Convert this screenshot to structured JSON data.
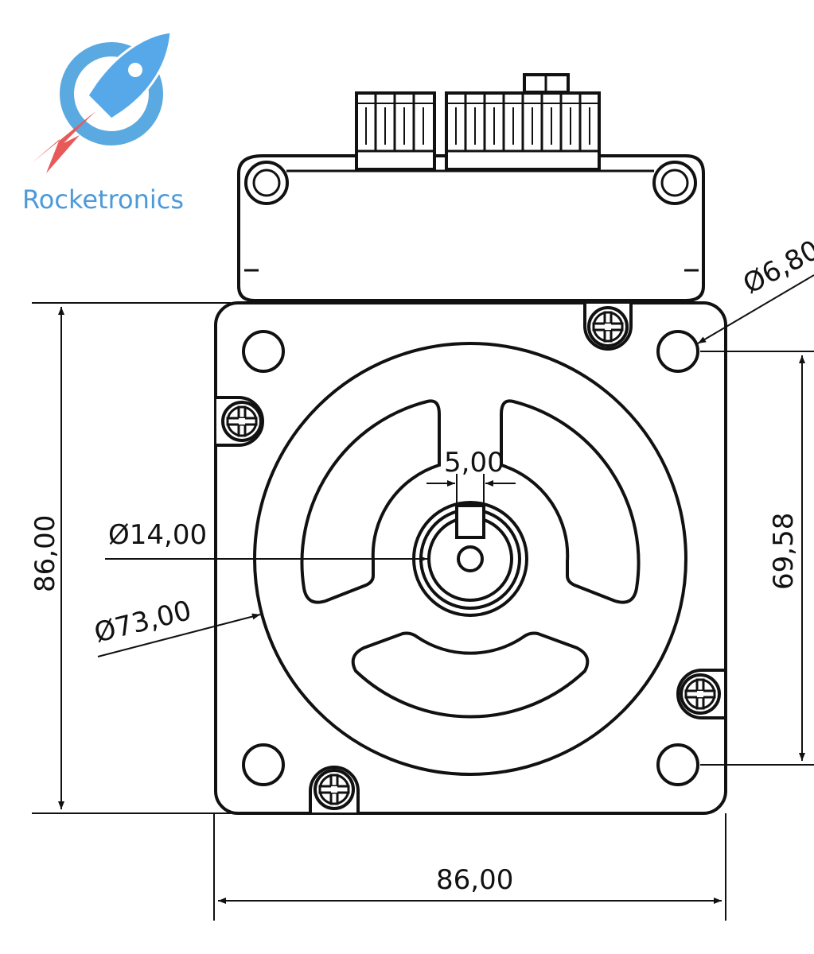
{
  "brand": {
    "name": "Rocketronics",
    "colors": {
      "ring": "#5aa9e0",
      "rocket": "#56a8e8",
      "flame": "#e85a5a",
      "text": "#4d9ad9"
    }
  },
  "dimensions": {
    "hole_diameter": "Ø6,80",
    "shaft_diameter": "Ø14,00",
    "pilot_diameter": "Ø73,00",
    "key_width": "5,00",
    "height": "86,00",
    "width": "86,00",
    "hole_spacing": "69,58"
  },
  "colors": {
    "line": "#111111",
    "background": "#ffffff"
  }
}
